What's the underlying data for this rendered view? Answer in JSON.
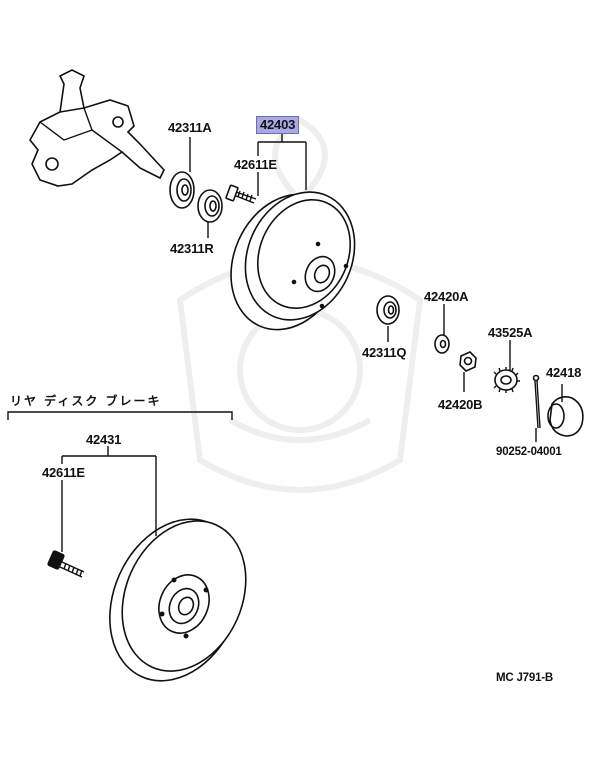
{
  "diagram": {
    "title_jp": "リヤ ディスク ブレーキ",
    "footer_code": "MC J791-B",
    "highlight_color": "#a9a9e6",
    "labels": {
      "p42403": "42403",
      "p42311A": "42311A",
      "p42611E_top": "42611E",
      "p42311R": "42311R",
      "p42311Q": "42311Q",
      "p42420A": "42420A",
      "p43525A": "43525A",
      "p42418": "42418",
      "p42420B": "42420B",
      "p90252": "90252-04001",
      "p42431": "42431",
      "p42611E_bottom": "42611E"
    }
  }
}
